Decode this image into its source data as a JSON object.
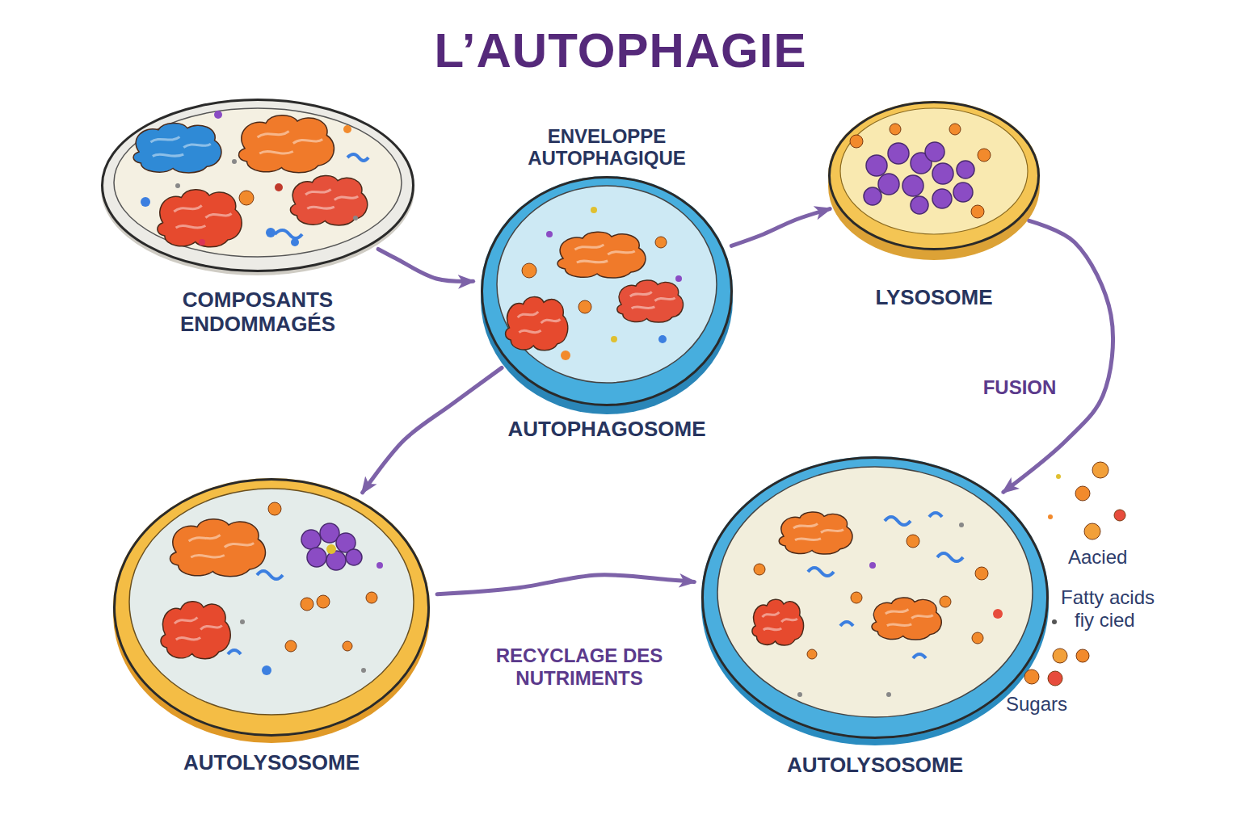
{
  "diagram": {
    "title": "L’AUTOPHAGIE",
    "nodes": [
      {
        "text": [
          "COMPOSANTS ENDOMMAGÉS"
        ]
      },
      {
        "text": [
          "ENVELOPPE AUTOPHAGIQUE",
          "AUTOPHAGOSOME"
        ]
      },
      {
        "text": [
          "LYSOSOME"
        ]
      },
      {
        "text": [
          "AUTOLYSOSOME"
        ]
      },
      {
        "text": [
          "AUTOLYSOSOME"
        ]
      }
    ],
    "edges": [
      {
        "from": 0,
        "to": 1,
        "arrow": "to"
      },
      {
        "from": 1,
        "to": 2,
        "arrow": "to"
      },
      {
        "from": 2,
        "to": 4,
        "arrow": "to",
        "label": "FUSION"
      },
      {
        "from": 1,
        "to": 3,
        "arrow": "to"
      },
      {
        "from": 3,
        "to": 4,
        "arrow": "to",
        "label": "RECYCLAGE DES NUTRIMENTS"
      }
    ],
    "labels": [
      "Aacied",
      "Fatty acids",
      "fiy cied",
      "Sugars"
    ]
  }
}
